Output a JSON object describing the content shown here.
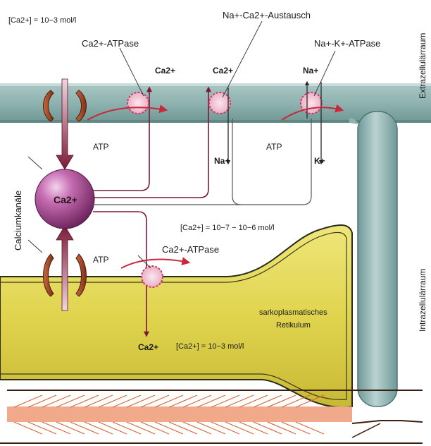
{
  "labels": {
    "ca_extracellular_conc": "[Ca2+] = 10−3 mol/l",
    "ca_atpase_top": "Ca2+-ATPase",
    "na_ca_exchange": "Na+-Ca2+-Austausch",
    "na_k_atpase": "Na+-K+-ATPase",
    "ca_ion_atpase_top": "Ca2+",
    "ca_ion_exchanger": "Ca2+",
    "na_ion_top": "Na+",
    "atp_left": "ATP",
    "atp_right": "ATP",
    "na_ion_exchanger_in": "Na+",
    "k_ion_in": "K+",
    "calcium_channels": "Calciumkanäle",
    "ca_sphere": "Ca2+",
    "ca_cytosol_conc": "[Ca2+] = 10−7 − 10−6 mol/l",
    "ca_atpase_sr": "Ca2+-ATPase",
    "atp_sr": "ATP",
    "sr_name_line1": "sarkoplasmatisches",
    "sr_name_line2": "Retikulum",
    "ca_ion_sr": "Ca2+",
    "ca_sr_conc": "[Ca2+] = 10−3 mol/l",
    "extracellular_space": "Extrazellulärraum",
    "intracellular_space": "Intrazellulärraum"
  },
  "colors": {
    "membrane": "#8fb3b0",
    "membrane_dark": "#5f8784",
    "sr_yellow": "#e6dc58",
    "sr_yellow_dark": "#b9ab2c",
    "channel": "#a04a2a",
    "arrow_dark": "#7a1a36",
    "arrow_red": "#c8283c",
    "sphere": "#a14a8e",
    "pump_ring": "#d24a7a",
    "pump_fill": "#f3c4d2",
    "myofilament": "#e9876a",
    "t_tubule": "#8fb3b4"
  }
}
